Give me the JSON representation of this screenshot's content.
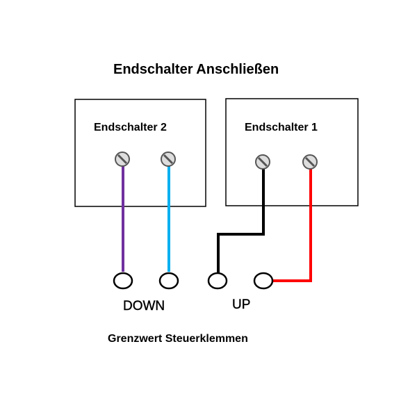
{
  "title": "Endschalter Anschließen",
  "switch2_label": "Endschalter 2",
  "switch1_label": "Endschalter 1",
  "down_label": "DOWN",
  "up_label": "UP",
  "footer": "Grenzwert Steuerklemmen",
  "colors": {
    "purple": "#7030a0",
    "blue": "#00b0f0",
    "black": "#000000",
    "red": "#ff0000"
  }
}
